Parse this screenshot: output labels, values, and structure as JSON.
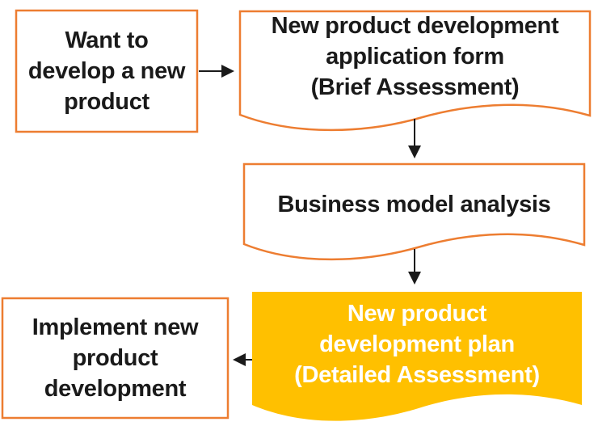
{
  "flowchart": {
    "nodes": {
      "start": {
        "label": "Want to\ndevelop a new\nproduct",
        "shape": "rectangle"
      },
      "application_form": {
        "label": "New product development\napplication form\n(Brief Assessment)",
        "shape": "document"
      },
      "business_analysis": {
        "label": "Business model analysis",
        "shape": "document"
      },
      "development_plan": {
        "label": "New product\ndevelopment plan\n(Detailed Assessment)",
        "shape": "document",
        "highlighted": true
      },
      "implement": {
        "label": "Implement new\nproduct\ndevelopment",
        "shape": "rectangle"
      }
    },
    "edges": [
      {
        "from": "start",
        "to": "application_form",
        "direction": "right"
      },
      {
        "from": "application_form",
        "to": "business_analysis",
        "direction": "down"
      },
      {
        "from": "business_analysis",
        "to": "development_plan",
        "direction": "down"
      },
      {
        "from": "development_plan",
        "to": "implement",
        "direction": "left"
      }
    ],
    "colors": {
      "outline": "#ED7D31",
      "highlight_fill": "#FFC000",
      "highlight_text": "#FFFFFF",
      "text": "#1A1A1A",
      "arrow": "#1A1A1A",
      "background": "#FFFFFF"
    }
  }
}
